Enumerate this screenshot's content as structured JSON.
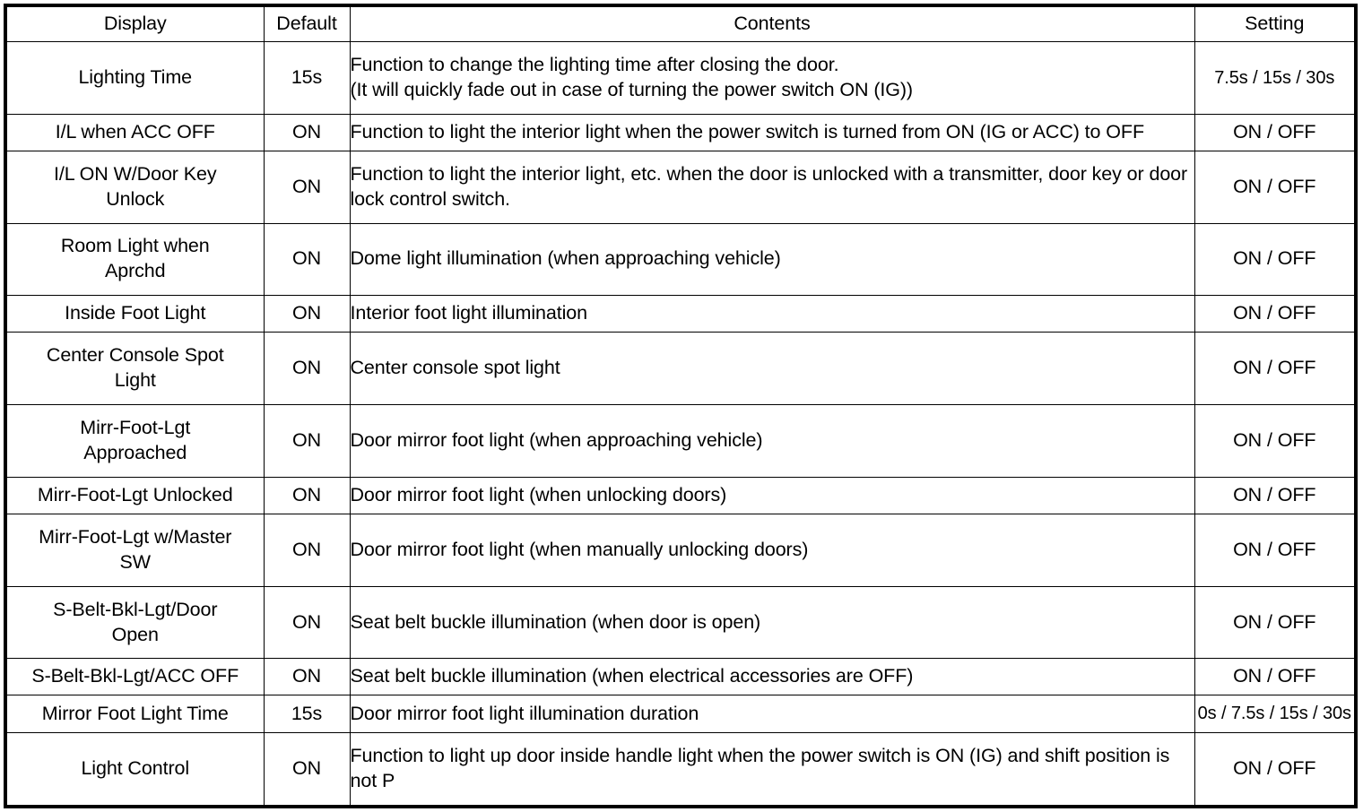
{
  "table": {
    "columns": [
      {
        "key": "display",
        "label": "Display"
      },
      {
        "key": "default",
        "label": "Default"
      },
      {
        "key": "contents",
        "label": "Contents"
      },
      {
        "key": "setting",
        "label": "Setting"
      }
    ],
    "rows": [
      {
        "display": "Lighting Time",
        "default": "15s",
        "contents_lines": [
          "Function to change the lighting time after closing the door.",
          "(It will quickly fade out in case of turning the power switch ON (IG))"
        ],
        "setting": "7.5s / 15s / 30s"
      },
      {
        "display": "I/L when ACC OFF",
        "default": "ON",
        "contents_lines": [
          "Function to light the interior light when the power switch is turned from ON (IG or ACC) to OFF"
        ],
        "setting": "ON / OFF"
      },
      {
        "display": "I/L ON W/Door Key Unlock",
        "display_lines": [
          "I/L ON W/Door Key",
          "Unlock"
        ],
        "default": "ON",
        "contents_lines": [
          "Function to light the interior light, etc. when the door is unlocked with a transmitter, door key or door lock control switch."
        ],
        "setting": "ON / OFF"
      },
      {
        "display": "Room Light when Aprchd",
        "display_lines": [
          "Room Light when",
          "Aprchd"
        ],
        "default": "ON",
        "contents_lines": [
          "Dome light illumination (when approaching vehicle)"
        ],
        "setting": "ON / OFF"
      },
      {
        "display": "Inside Foot Light",
        "default": "ON",
        "contents_lines": [
          "Interior foot light illumination"
        ],
        "setting": "ON / OFF"
      },
      {
        "display": "Center Console Spot Light",
        "display_lines": [
          "Center Console Spot",
          "Light"
        ],
        "default": "ON",
        "contents_lines": [
          "Center console spot light"
        ],
        "setting": "ON / OFF"
      },
      {
        "display": "Mirr-Foot-Lgt Approached",
        "display_lines": [
          "Mirr-Foot-Lgt",
          "Approached"
        ],
        "default": "ON",
        "contents_lines": [
          "Door mirror foot light (when approaching vehicle)"
        ],
        "setting": "ON / OFF"
      },
      {
        "display": "Mirr-Foot-Lgt Unlocked",
        "default": "ON",
        "contents_lines": [
          "Door mirror foot light (when unlocking doors)"
        ],
        "setting": "ON / OFF"
      },
      {
        "display": "Mirr-Foot-Lgt w/Master SW",
        "display_lines": [
          "Mirr-Foot-Lgt w/Master",
          "SW"
        ],
        "default": "ON",
        "contents_lines": [
          "Door mirror foot light (when manually unlocking doors)"
        ],
        "setting": "ON / OFF"
      },
      {
        "display": "S-Belt-Bkl-Lgt/Door Open",
        "display_lines": [
          "S-Belt-Bkl-Lgt/Door",
          "Open"
        ],
        "default": "ON",
        "contents_lines": [
          "Seat belt buckle illumination (when door is open)"
        ],
        "setting": "ON / OFF"
      },
      {
        "display": "S-Belt-Bkl-Lgt/ACC OFF",
        "default": "ON",
        "contents_lines": [
          "Seat belt buckle illumination (when electrical accessories are OFF)"
        ],
        "setting": "ON / OFF"
      },
      {
        "display": "Mirror Foot Light Time",
        "default": "15s",
        "contents_lines": [
          "Door mirror foot light illumination duration"
        ],
        "setting": "0s / 7.5s / 15s / 30s"
      },
      {
        "display": "Light Control",
        "default": "ON",
        "contents_lines": [
          "Function to light up door inside handle light when the power switch is ON (IG) and shift position is not P"
        ],
        "setting": "ON / OFF"
      }
    ]
  }
}
